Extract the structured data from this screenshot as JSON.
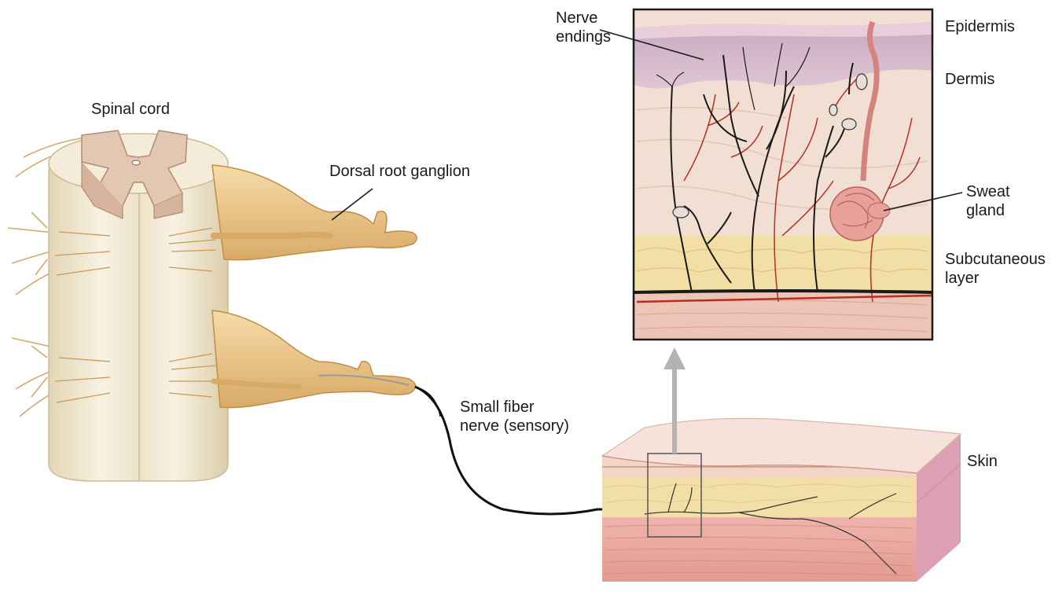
{
  "labels": {
    "nerve_endings": "Nerve\nendings",
    "epidermis": "Epidermis",
    "dermis": "Dermis",
    "spinal_cord": "Spinal cord",
    "dorsal_root_ganglion": "Dorsal root ganglion",
    "sweat_gland": "Sweat\ngland",
    "subcutaneous_layer": "Subcutaneous\nlayer",
    "small_fiber_nerve": "Small fiber\nnerve (sensory)",
    "skin": "Skin"
  },
  "colors": {
    "cord_cream": "#f4ecd9",
    "cord_shade": "#d9cba8",
    "grey_matter": "#e2c7b2",
    "nerve_root": "#edce95",
    "nerve_root_dark": "#c99a55",
    "epidermis": "#d7b9cc",
    "dermis": "#f1dfd4",
    "fat": "#f1dfa6",
    "muscle": "#e9a8a0",
    "nerve_black": "#1a1a1a",
    "vessel_red": "#b82e22",
    "arrow_grey": "#b3b3b3"
  }
}
